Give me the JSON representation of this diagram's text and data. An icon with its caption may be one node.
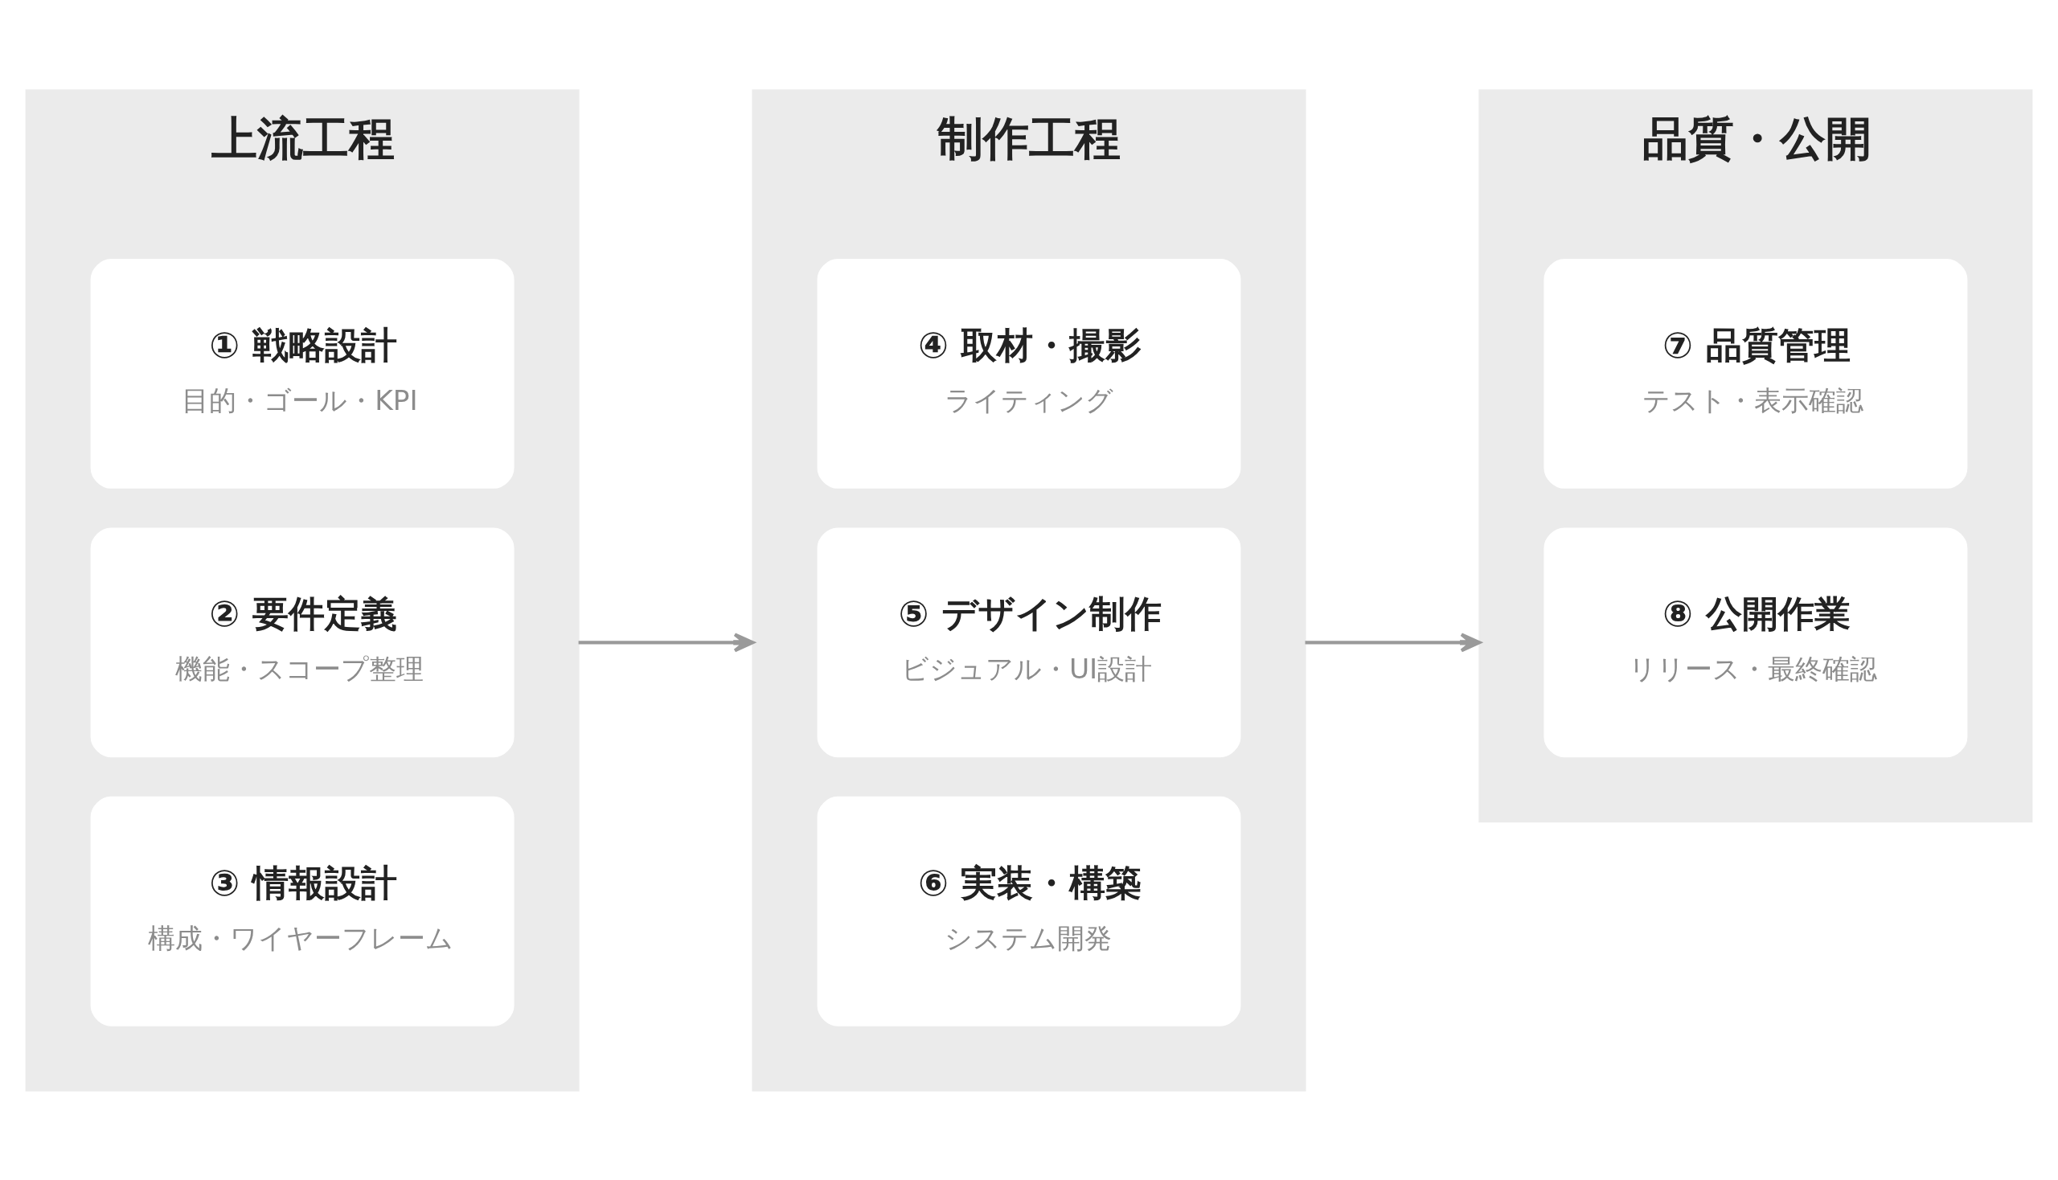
{
  "diagram": {
    "nodes": [
      {
        "text": [
          "上流工程"
        ]
      },
      {
        "text": [
          "① 戦略設計",
          "目的・ゴール・KPI"
        ],
        "in": 0
      },
      {
        "text": [
          "② 要件定義",
          "機能・スコープ整理"
        ],
        "in": 0
      },
      {
        "text": [
          "③ 情報設計",
          "構成・ワイヤーフレーム"
        ],
        "in": 0
      },
      {
        "text": [
          "制作工程"
        ]
      },
      {
        "text": [
          "④ 取材・撮影",
          "ライティング"
        ],
        "in": 4
      },
      {
        "text": [
          "⑤ デザイン制作",
          "ビジュアル・UI設計"
        ],
        "in": 4
      },
      {
        "text": [
          "⑥ 実装・構築",
          "システム開発"
        ],
        "in": 4
      },
      {
        "text": [
          "品質・公開"
        ]
      },
      {
        "text": [
          "⑦ 品質管理",
          "テスト・表示確認"
        ],
        "in": 8
      },
      {
        "text": [
          "⑧ 公開作業",
          "リリース・最終確認"
        ],
        "in": 8
      }
    ],
    "edges": [
      {
        "from": 0,
        "to": 4,
        "arrow": "to"
      },
      {
        "from": 4,
        "to": 8,
        "arrow": "to"
      }
    ]
  }
}
